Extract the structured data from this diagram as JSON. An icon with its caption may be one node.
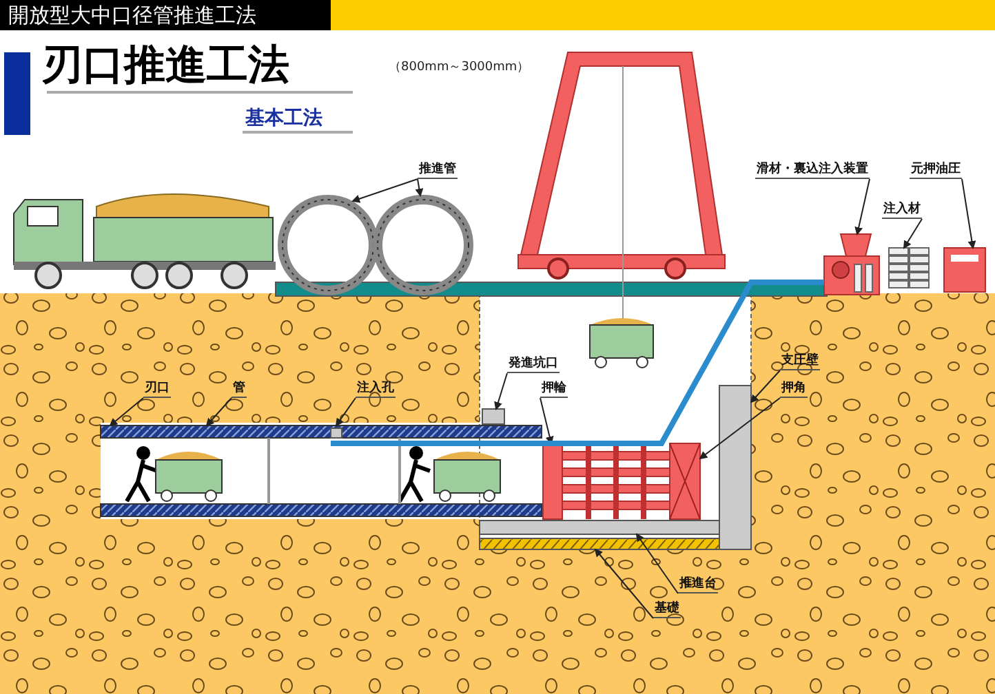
{
  "diagram": {
    "title": "開放型大中口径管推進工法",
    "nodes": [
      {
        "text": [
          "推進管"
        ]
      },
      {
        "text": [
          "滑材・裏込注入装置"
        ]
      },
      {
        "text": [
          "元押油圧"
        ]
      },
      {
        "text": [
          "注入材"
        ]
      },
      {
        "text": [
          "刃口"
        ]
      },
      {
        "text": [
          "管"
        ]
      },
      {
        "text": [
          "注入孔"
        ]
      },
      {
        "text": [
          "発進坑口"
        ]
      },
      {
        "text": [
          "押輪"
        ]
      },
      {
        "text": [
          "支圧壁"
        ]
      },
      {
        "text": [
          "押角"
        ]
      },
      {
        "text": [
          "推進台"
        ]
      },
      {
        "text": [
          "基礎"
        ]
      },
      {
        "text": [],
        "shape": "circle"
      },
      {
        "text": [],
        "shape": "circle"
      },
      {
        "text": [],
        "shape": "picture"
      },
      {
        "text": [],
        "shape": "picture"
      },
      {
        "text": [],
        "shape": "box"
      },
      {
        "text": [],
        "shape": "picture"
      },
      {
        "text": [],
        "shape": "box"
      },
      {
        "text": [],
        "shape": "picture"
      },
      {
        "text": [],
        "shape": "box"
      },
      {
        "text": [],
        "shape": "box"
      },
      {
        "text": [],
        "shape": "box"
      }
    ],
    "edges": [
      {
        "from": 0,
        "to": 13,
        "arrow": "to"
      },
      {
        "from": 0,
        "to": 14,
        "arrow": "to"
      },
      {
        "from": 1,
        "to": 15,
        "arrow": "to"
      },
      {
        "from": 2,
        "to": 17,
        "arrow": "to"
      },
      {
        "from": 3,
        "to": 16,
        "arrow": "to"
      },
      {
        "from": 4,
        "to": 18,
        "arrow": "to"
      },
      {
        "from": 5,
        "to": 18,
        "arrow": "to"
      },
      {
        "from": 6,
        "to": 18,
        "arrow": "to"
      },
      {
        "from": 7,
        "to": 19,
        "arrow": "to"
      },
      {
        "from": 8,
        "to": 20,
        "arrow": "to"
      },
      {
        "from": 9,
        "to": 21,
        "arrow": "to"
      },
      {
        "from": 10,
        "to": 20,
        "arrow": "to"
      },
      {
        "from": 11,
        "to": 22,
        "arrow": "to"
      },
      {
        "from": 12,
        "to": 23,
        "arrow": "to"
      },
      {
        "from": 15,
        "to": 18,
        "arrow": "none",
        "style": "thick",
        "color": "#2a8ccc"
      }
    ],
    "labels": [
      "刃口推進工法",
      "（800mm～3000mm）",
      "基本工法"
    ]
  }
}
